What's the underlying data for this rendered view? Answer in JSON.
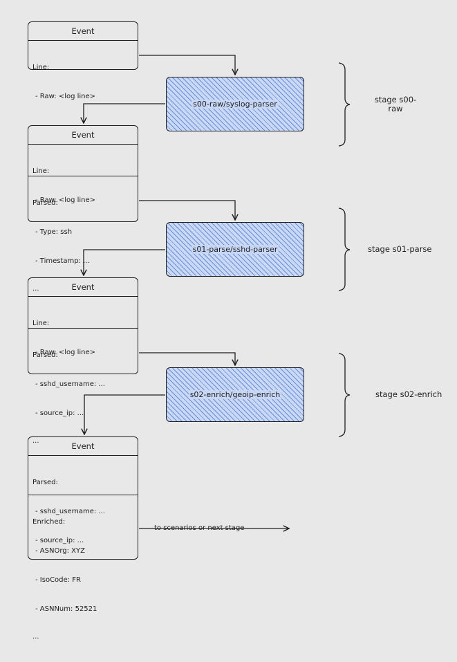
{
  "events": [
    {
      "title": "Event",
      "sections": [
        {
          "label": "Line:",
          "lines": [
            "- Raw: <log line>"
          ],
          "ellipsis": ""
        }
      ]
    },
    {
      "title": "Event",
      "sections": [
        {
          "label": "Line:",
          "lines": [
            "- Raw: <log line>"
          ],
          "ellipsis": ""
        },
        {
          "label": "Parsed:",
          "lines": [
            "- Type: ssh",
            "- Timestamp: ..."
          ],
          "ellipsis": "..."
        }
      ]
    },
    {
      "title": "Event",
      "sections": [
        {
          "label": "Line:",
          "lines": [
            "- Raw: <log line>"
          ],
          "ellipsis": ""
        },
        {
          "label": "Parsed:",
          "lines": [
            "- sshd_username: ...",
            "- source_ip: ..."
          ],
          "ellipsis": "..."
        }
      ]
    },
    {
      "title": "Event",
      "sections": [
        {
          "label": "Parsed:",
          "lines": [
            "- sshd_username: ...",
            "- source_ip: ..."
          ],
          "ellipsis": ""
        },
        {
          "label": "Enriched:",
          "lines": [
            "- ASNOrg: XYZ",
            "- IsoCode: FR",
            "- ASNNum: 52521"
          ],
          "ellipsis": "..."
        }
      ]
    }
  ],
  "parsers": [
    {
      "label": "s00-raw/syslog-parser"
    },
    {
      "label": "s01-parse/sshd-parser"
    },
    {
      "label": "s02-enrich/geoip-enrich"
    }
  ],
  "stages": [
    {
      "label": "stage s00-\nraw"
    },
    {
      "label": "stage s01-parse"
    },
    {
      "label": "stage s02-enrich"
    }
  ],
  "output_label": "to scenarios or next stage",
  "colors": {
    "stroke": "#1e1e1e",
    "background": "#e8e8e8",
    "parser_fill": "#c9d8f4",
    "parser_hatch": "#4a74cf"
  }
}
